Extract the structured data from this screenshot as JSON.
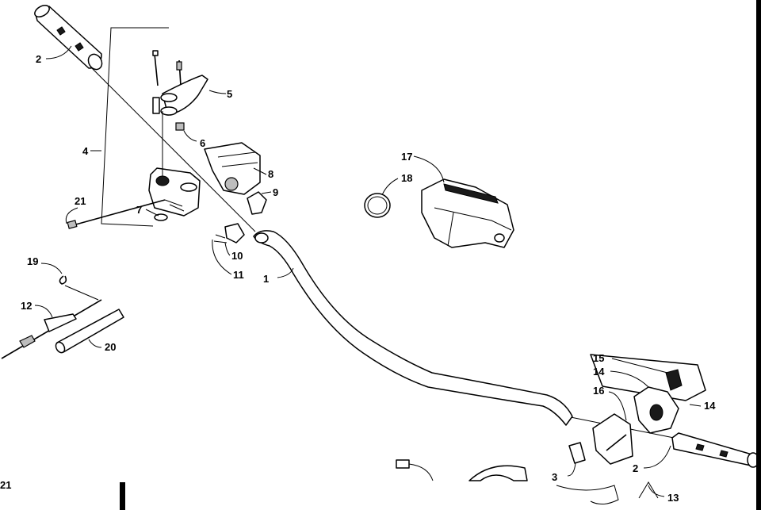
{
  "diagram": {
    "callouts": {
      "c1": "1",
      "c2a": "2",
      "c2b": "2",
      "c3": "3",
      "c4": "4",
      "c5": "5",
      "c6": "6",
      "c7": "7",
      "c8": "8",
      "c9": "9",
      "c10": "10",
      "c11": "11",
      "c12": "12",
      "c13": "13",
      "c14a": "14",
      "c14b": "14",
      "c15": "15",
      "c16": "16",
      "c17": "17",
      "c18": "18",
      "c19": "19",
      "c20": "20",
      "c21a": "21",
      "c21b": "21"
    }
  }
}
